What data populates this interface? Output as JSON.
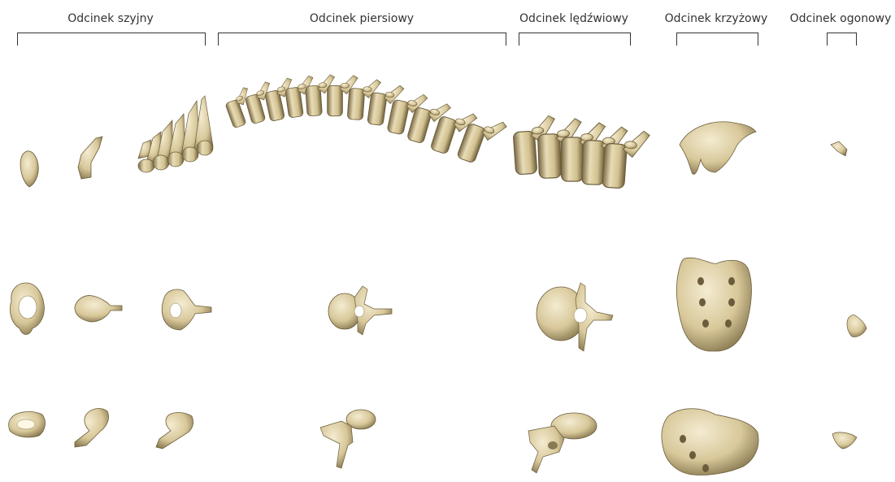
{
  "regions": [
    {
      "id": "cervical",
      "label": "Odcinek szyjny"
    },
    {
      "id": "thoracic",
      "label": "Odcinek piersiowy"
    },
    {
      "id": "lumbar",
      "label": "Odcinek lędźwiowy"
    },
    {
      "id": "sacral",
      "label": "Odcinek krzyżowy"
    },
    {
      "id": "coccygeal",
      "label": "Odcinek ogonowy"
    }
  ],
  "colors": {
    "bone_light": "#efe4c4",
    "bone_mid": "#d8c89a",
    "bone_dark": "#8a7a52",
    "bone_outline": "#6b5d3b",
    "label_text": "#333333"
  }
}
